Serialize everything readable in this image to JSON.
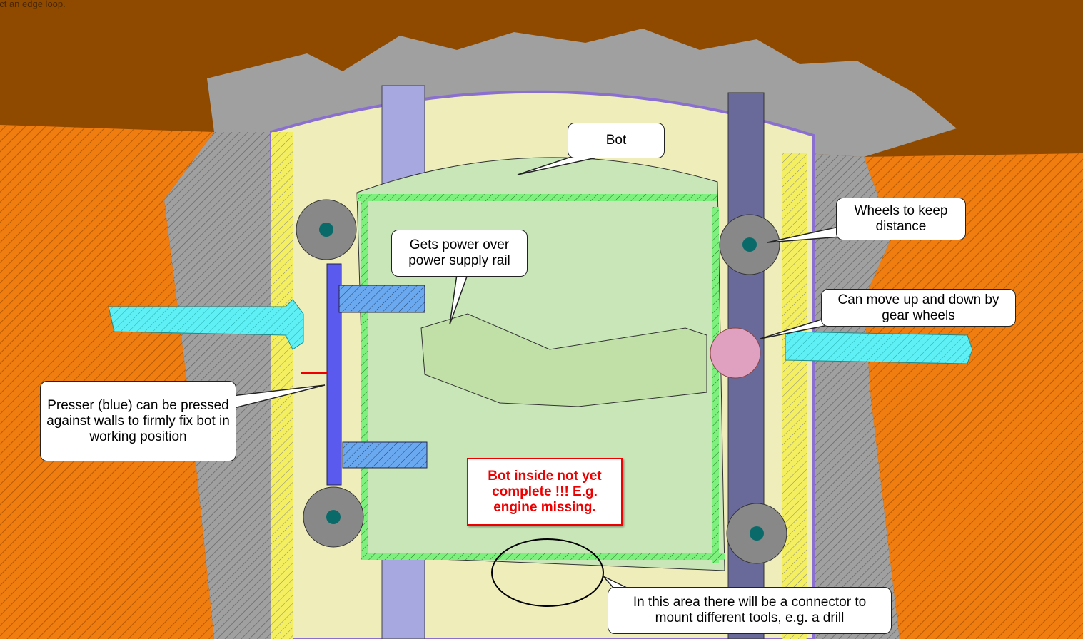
{
  "status_text": "ect an edge loop.",
  "callouts": {
    "bot": "Bot",
    "wheels": "Wheels to keep distance",
    "gear": "Can move up and down by gear wheels",
    "power": "Gets power over power supply rail",
    "presser": "Presser (blue) can be pressed against walls to firmly fix bot in working position",
    "connector": "In this area there will be a connector to mount different tools, e.g. a drill"
  },
  "warning": "Bot inside not yet complete !!! E.g. engine missing.",
  "colors": {
    "ground": "#f07d10",
    "sky": "#8f4a00",
    "wall": "#9a9a9a",
    "tube": "#efeebb",
    "bot": "#c8e6b8",
    "presser": "#5a5aee",
    "rail": "#a8a8e0",
    "shaft": "#55e8f0",
    "warning": "#e00000"
  }
}
